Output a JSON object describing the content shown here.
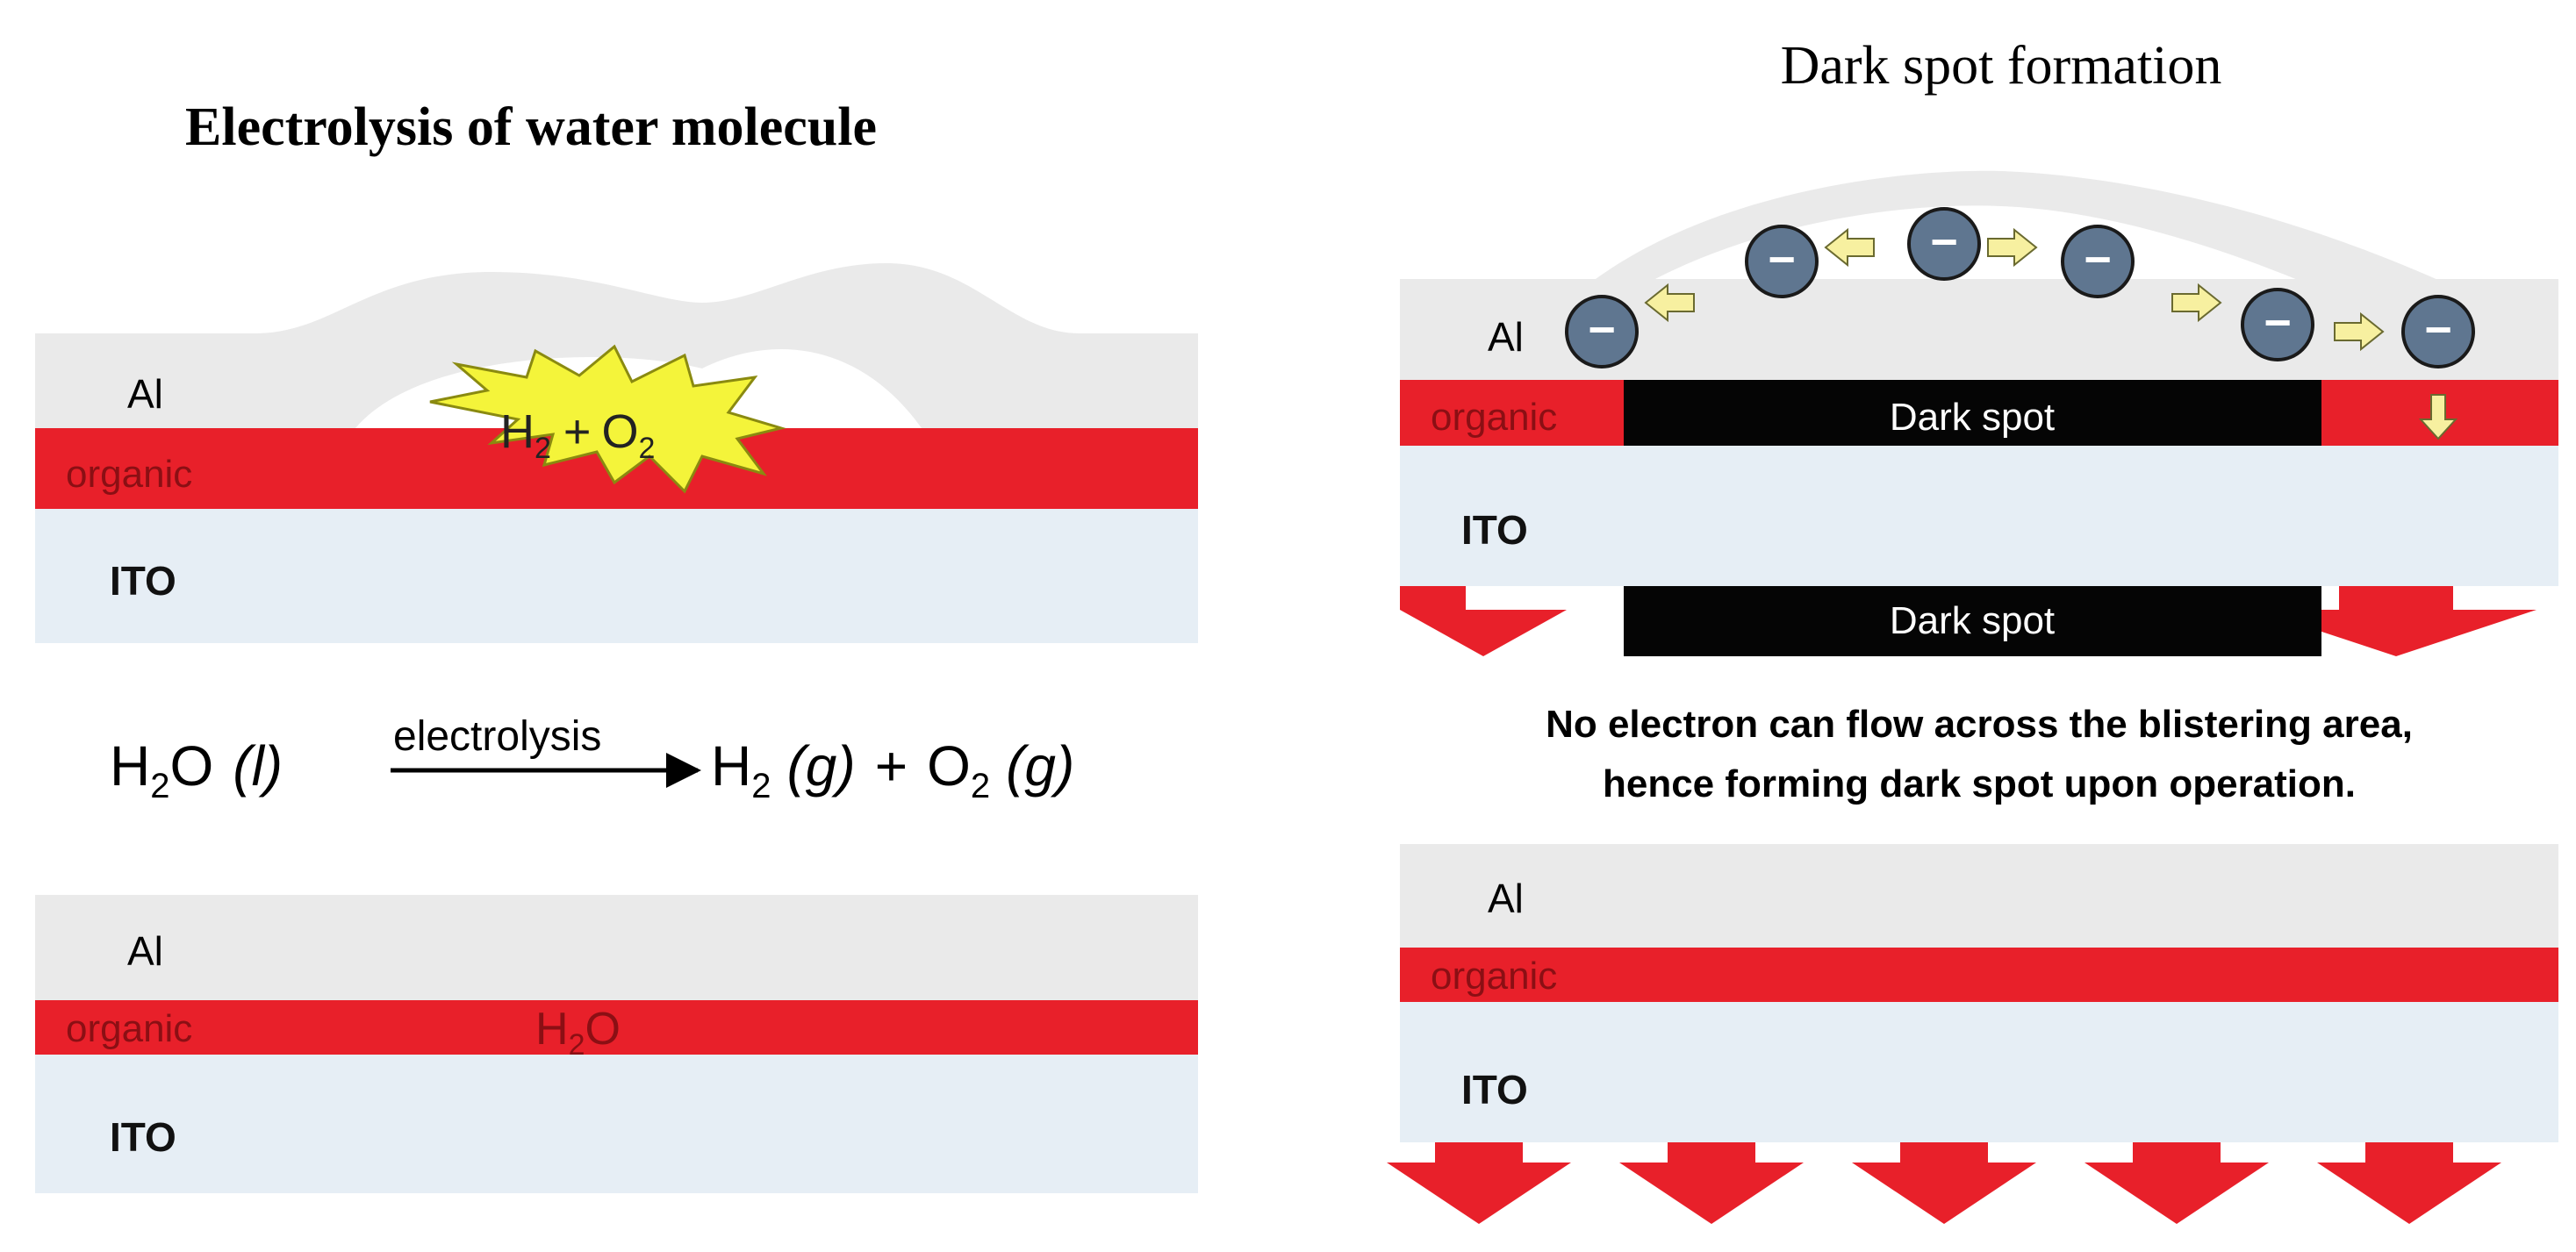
{
  "left_panel": {
    "title": "Electrolysis of water molecule",
    "top_stack": {
      "al_label": "Al",
      "organic_label": "organic",
      "ito_label": "ITO",
      "burst_text": {
        "h": "H",
        "h_sub": "2",
        "plus": "+",
        "o": "O",
        "o_sub": "2"
      }
    },
    "equation": {
      "reactant": "H",
      "reactant_sub": "2",
      "reactant_tail": "O",
      "reactant_state": "(l)",
      "arrow_label": "electrolysis",
      "p1": "H",
      "p1_sub": "2",
      "p1_state": "(g)",
      "plus": "+",
      "p2": "O",
      "p2_sub": "2",
      "p2_state": "(g)"
    },
    "bottom_stack": {
      "al_label": "Al",
      "organic_label": "organic",
      "ito_label": "ITO",
      "water": {
        "h": "H",
        "sub": "2",
        "o": "O"
      }
    }
  },
  "right_panel": {
    "title": "Dark spot formation",
    "top_stack": {
      "al_label": "Al",
      "organic_label": "organic",
      "ito_label": "ITO",
      "dark_spot_label": "Dark spot",
      "dark_spot_emission_label": "Dark spot",
      "electron_symbol": "−"
    },
    "caption_line1": "No electron can flow across the blistering area,",
    "caption_line2": "hence forming dark spot upon operation.",
    "bottom_stack": {
      "al_label": "Al",
      "organic_label": "organic",
      "ito_label": "ITO"
    }
  },
  "colors": {
    "al": "#eaeaea",
    "organic": "#e8202a",
    "ito": "#e6eef5",
    "dark_spot": "#050505",
    "burst": "#f4f43a",
    "electron": "#5f7690",
    "small_arrow": "#f7f0a0",
    "emission_arrow": "#e8202a"
  }
}
